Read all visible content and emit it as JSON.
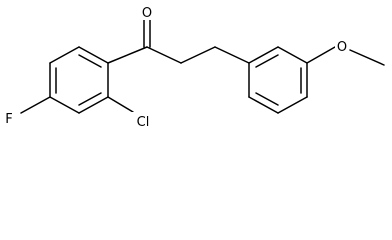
{
  "molecule": {
    "labels": {
      "oxygen_carbonyl": "O",
      "fluorine": "F",
      "chlorine": "Cl",
      "oxygen_ether": "O"
    }
  }
}
